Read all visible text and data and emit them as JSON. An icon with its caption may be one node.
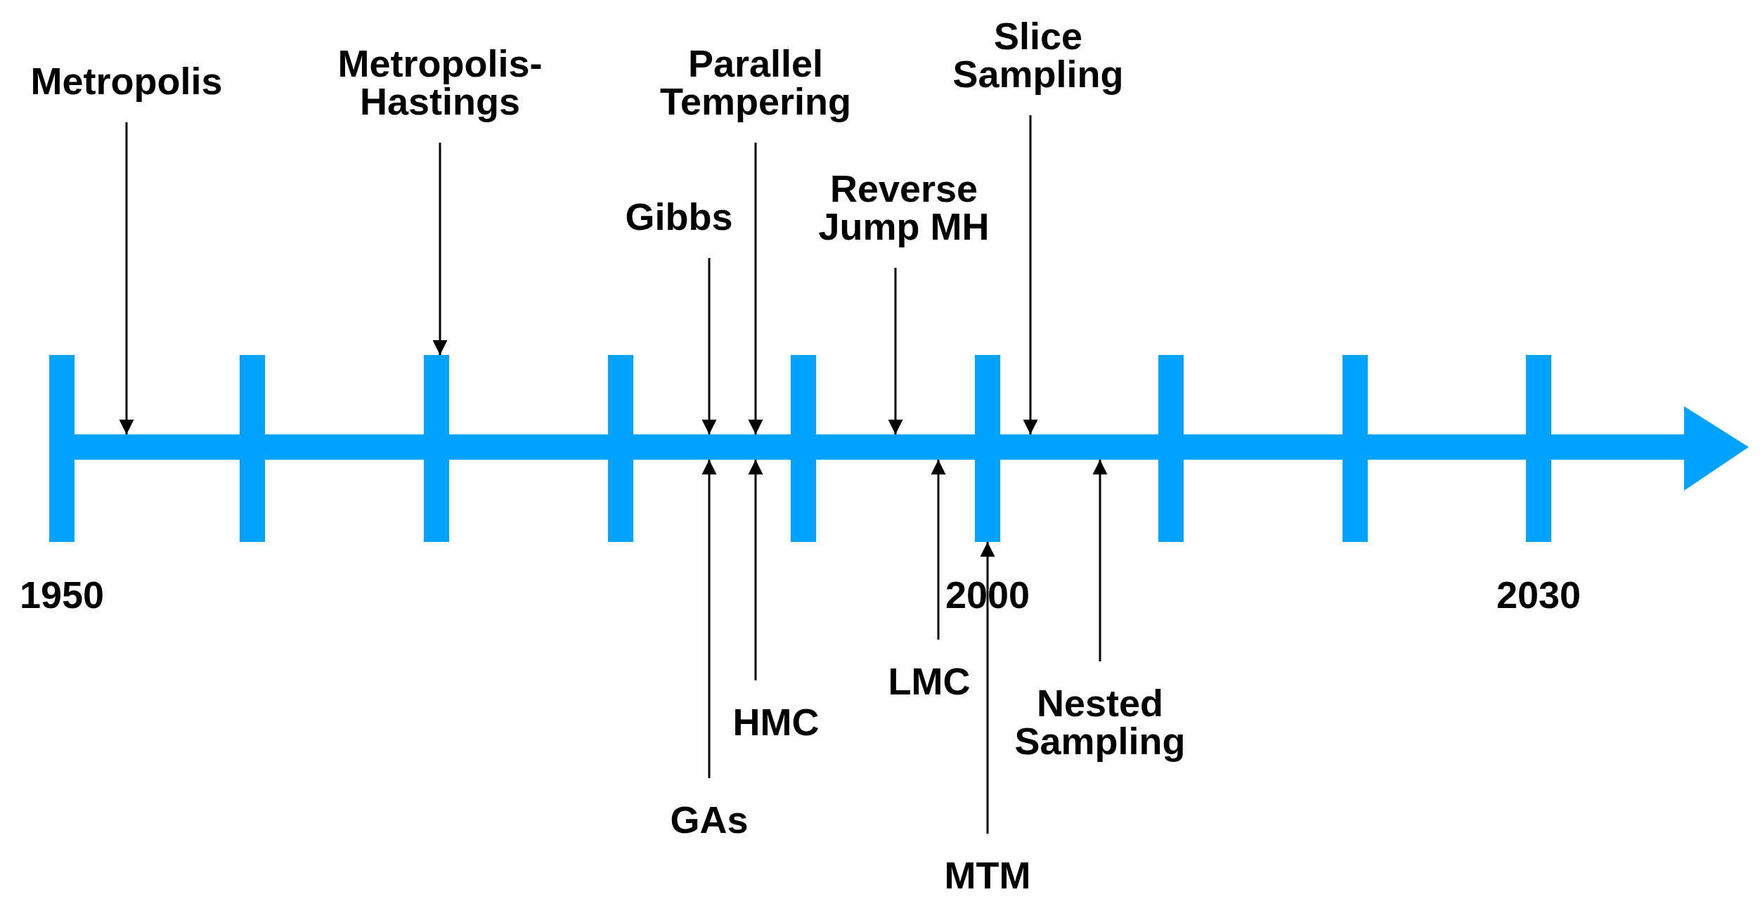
{
  "diagram": {
    "nodes": [
      {
        "text": [
          "Metropolis"
        ]
      },
      {
        "text": [
          "Metropolis-Hastings"
        ]
      },
      {
        "text": [
          "Parallel Tempering"
        ]
      },
      {
        "text": [
          "Slice Sampling"
        ]
      },
      {
        "text": [
          "Gibbs"
        ]
      },
      {
        "text": [
          "Reverse Jump MH"
        ]
      },
      {
        "text": [],
        "shape": "bar"
      },
      {
        "text": [
          "LMC"
        ]
      },
      {
        "text": [
          "HMC"
        ]
      },
      {
        "text": [
          "Nested Sampling"
        ]
      },
      {
        "text": [
          "GAs"
        ]
      },
      {
        "text": [
          "MTM"
        ]
      }
    ],
    "edges": [
      {
        "from": 0,
        "to": 6,
        "arrow": "to"
      },
      {
        "from": 1,
        "to": 6,
        "arrow": "to"
      },
      {
        "from": 2,
        "to": 6,
        "arrow": "to"
      },
      {
        "from": 3,
        "to": 6,
        "arrow": "to"
      },
      {
        "from": 4,
        "to": 6,
        "arrow": "to"
      },
      {
        "from": 5,
        "to": 6,
        "arrow": "to"
      },
      {
        "from": 7,
        "to": 6,
        "arrow": "to"
      },
      {
        "from": 8,
        "to": 6,
        "arrow": "to"
      },
      {
        "from": 9,
        "to": 6,
        "arrow": "to"
      },
      {
        "from": 10,
        "to": 6,
        "arrow": "to"
      },
      {
        "from": 11,
        "to": 6,
        "arrow": "to"
      }
    ],
    "labels": [
      "1950",
      "2000",
      "2030"
    ]
  }
}
